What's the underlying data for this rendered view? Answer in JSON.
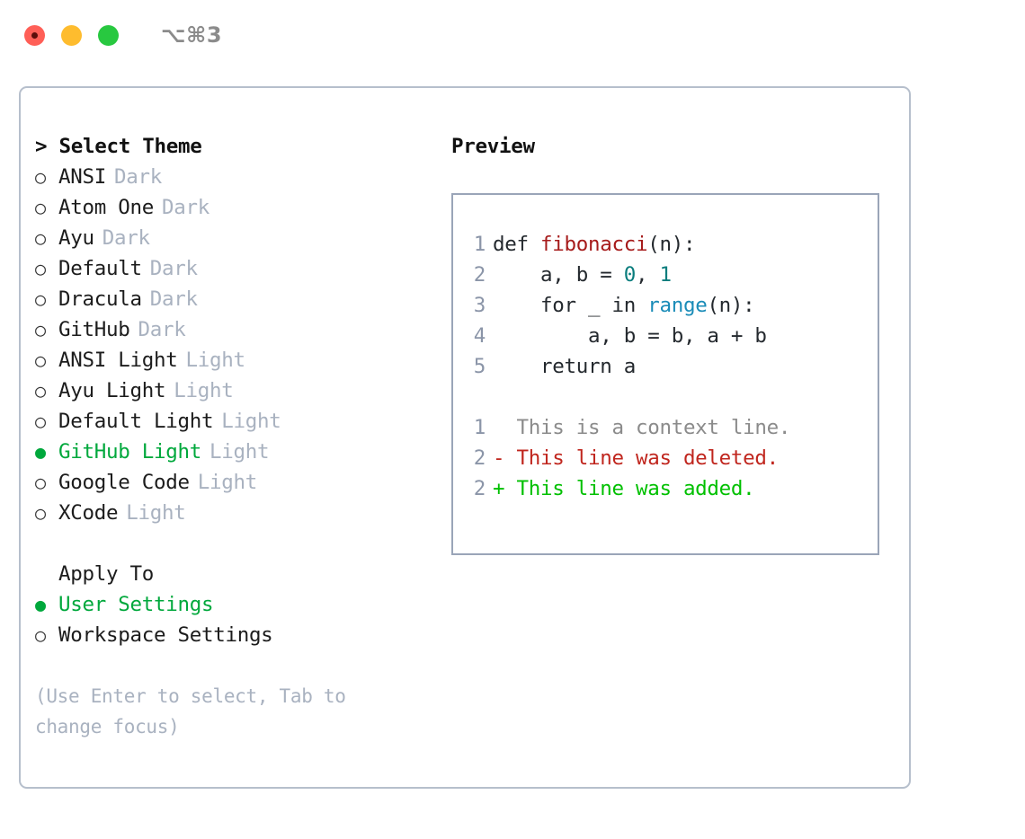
{
  "titlebar": {
    "shortcut": "⌥⌘3",
    "lights": [
      {
        "name": "close",
        "color": "#ff5f57"
      },
      {
        "name": "minimize",
        "color": "#febc2e"
      },
      {
        "name": "maximize",
        "color": "#28c840"
      }
    ]
  },
  "theme_picker": {
    "header": "> Select Theme",
    "marker_unselected": "○",
    "marker_selected": "●",
    "selected_color": "#00a83c",
    "category_color": "#a9b2c0",
    "items": [
      {
        "label": "ANSI",
        "category": "Dark",
        "selected": false
      },
      {
        "label": "Atom One",
        "category": "Dark",
        "selected": false
      },
      {
        "label": "Ayu",
        "category": "Dark",
        "selected": false
      },
      {
        "label": "Default",
        "category": "Dark",
        "selected": false
      },
      {
        "label": "Dracula",
        "category": "Dark",
        "selected": false
      },
      {
        "label": "GitHub",
        "category": "Dark",
        "selected": false
      },
      {
        "label": "ANSI Light",
        "category": "Light",
        "selected": false
      },
      {
        "label": "Ayu Light",
        "category": "Light",
        "selected": false
      },
      {
        "label": "Default Light",
        "category": "Light",
        "selected": false
      },
      {
        "label": "GitHub Light",
        "category": "Light",
        "selected": true
      },
      {
        "label": "Google Code",
        "category": "Light",
        "selected": false
      },
      {
        "label": "XCode",
        "category": "Light",
        "selected": false
      }
    ]
  },
  "apply_to": {
    "title": "Apply To",
    "items": [
      {
        "label": "User Settings",
        "selected": true
      },
      {
        "label": "Workspace Settings",
        "selected": false
      }
    ]
  },
  "hint": "(Use Enter to select, Tab to change focus)",
  "preview": {
    "title": "Preview",
    "code_lines": [
      {
        "lineno": "1",
        "tokens": [
          {
            "text": "def ",
            "type": "kw"
          },
          {
            "text": "fibonacci",
            "type": "fn"
          },
          {
            "text": "(n):",
            "type": "plain"
          }
        ]
      },
      {
        "lineno": "2",
        "tokens": [
          {
            "text": "    a, b = ",
            "type": "plain"
          },
          {
            "text": "0",
            "type": "num"
          },
          {
            "text": ", ",
            "type": "plain"
          },
          {
            "text": "1",
            "type": "num"
          }
        ]
      },
      {
        "lineno": "3",
        "tokens": [
          {
            "text": "    for _ in ",
            "type": "kw"
          },
          {
            "text": "range",
            "type": "call"
          },
          {
            "text": "(n):",
            "type": "plain"
          }
        ]
      },
      {
        "lineno": "4",
        "tokens": [
          {
            "text": "        a, b = b, a + b",
            "type": "plain"
          }
        ]
      },
      {
        "lineno": "5",
        "tokens": [
          {
            "text": "    return a",
            "type": "kw"
          }
        ]
      }
    ],
    "diff_lines": [
      {
        "lineno": "1",
        "marker": " ",
        "text": "  This is a context line.",
        "kind": "context"
      },
      {
        "lineno": "2",
        "marker": "-",
        "text": "- This line was deleted.",
        "kind": "deleted"
      },
      {
        "lineno": "2",
        "marker": "+",
        "text": "+ This line was added.",
        "kind": "added"
      }
    ],
    "colors": {
      "function": "#a61b1b",
      "number": "#0a7d7d",
      "builtin": "#1a8cb8",
      "linenumber": "#8b95a8",
      "diff_context": "#8b8b8b",
      "diff_deleted": "#c0261e",
      "diff_added": "#00c000",
      "border": "#9aa5b8"
    }
  }
}
